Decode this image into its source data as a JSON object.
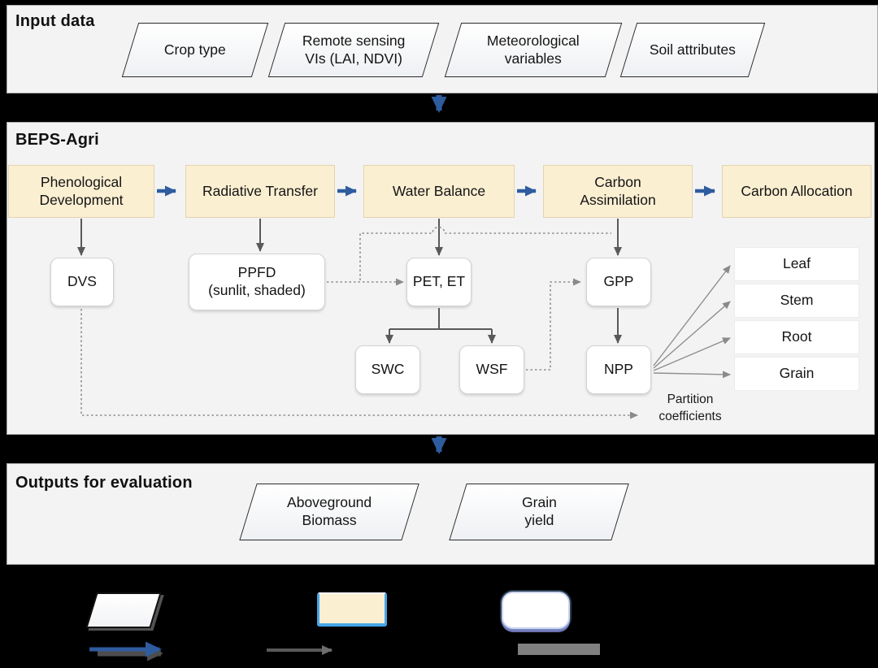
{
  "colors": {
    "background": "#000000",
    "panel_background": "#F3F3F3",
    "module_fill": "#FBEFD2",
    "flow_arrow_blue": "#2E5C9E",
    "solid_arrow_gray": "#595959",
    "dotted_arrow_gray": "#8F8F8F",
    "legend_selection_blue": "#45A6E8"
  },
  "input_panel": {
    "title": "Input data",
    "items": [
      {
        "label": "Crop type"
      },
      {
        "label": "Remote sensing\nVIs (LAI, NDVI)"
      },
      {
        "label": "Meteorological\nvariables"
      },
      {
        "label": "Soil attributes"
      }
    ]
  },
  "beps_panel": {
    "title": "BEPS-Agri",
    "modules": [
      {
        "label": "Phenological\nDevelopment"
      },
      {
        "label": "Radiative Transfer"
      },
      {
        "label": "Water Balance"
      },
      {
        "label": "Carbon\nAssimilation"
      },
      {
        "label": "Carbon Allocation"
      }
    ],
    "variables": {
      "dvs": "DVS",
      "ppfd": "PPFD\n(sunlit, shaded)",
      "pet_et": "PET, ET",
      "gpp": "GPP",
      "swc": "SWC",
      "wsf": "WSF",
      "npp": "NPP"
    },
    "pools": [
      "Leaf",
      "Stem",
      "Root",
      "Grain"
    ],
    "annotation": "Partition\ncoefficients"
  },
  "outputs_panel": {
    "title": "Outputs for evaluation",
    "items": [
      {
        "label": "Aboveground\nBiomass"
      },
      {
        "label": "Grain\nyield"
      }
    ]
  }
}
